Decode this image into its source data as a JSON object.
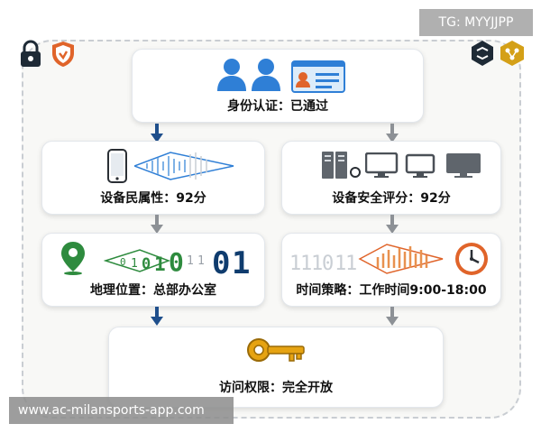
{
  "watermarks": {
    "top_right": "TG: MYYJJPP",
    "bottom_left": "www.ac-milansports-app.com"
  },
  "nodes": {
    "identity": {
      "label": "身份认证：已通过",
      "icons": [
        "users-icon",
        "id-card-icon"
      ]
    },
    "device_attr": {
      "label": "设备⺠属性：92分",
      "icons": [
        "smartphone-icon",
        "signal-wave-icon"
      ]
    },
    "device_security": {
      "label": "设备安全评分：92分",
      "icons": [
        "server-icon",
        "monitor-icon"
      ]
    },
    "location": {
      "label": "地理位置：总部办公室",
      "icons": [
        "map-pin-icon",
        "binary-stream-icon"
      ],
      "binary_text": [
        "0",
        "1",
        "0",
        "1",
        "0",
        "1",
        "1",
        "0",
        "1"
      ]
    },
    "time_policy": {
      "label": "时间策略：工作时间9:00-18:00",
      "icons": [
        "bar-wave-icon",
        "clock-icon"
      ],
      "stream_digits": [
        "1",
        "1",
        "1",
        "0",
        "1",
        "1"
      ]
    },
    "access": {
      "label": "访问权限：完全开放",
      "icons": [
        "key-icon"
      ]
    }
  },
  "colors": {
    "blue_primary": "#2f7fd6",
    "dark_navy": "#0f3c6e",
    "green_pin": "#2e8b3e",
    "orange_clock": "#e0642a",
    "gold_key": "#e6a312",
    "arrow_blue": "#1f4f8c",
    "arrow_gray": "#8d9196"
  }
}
